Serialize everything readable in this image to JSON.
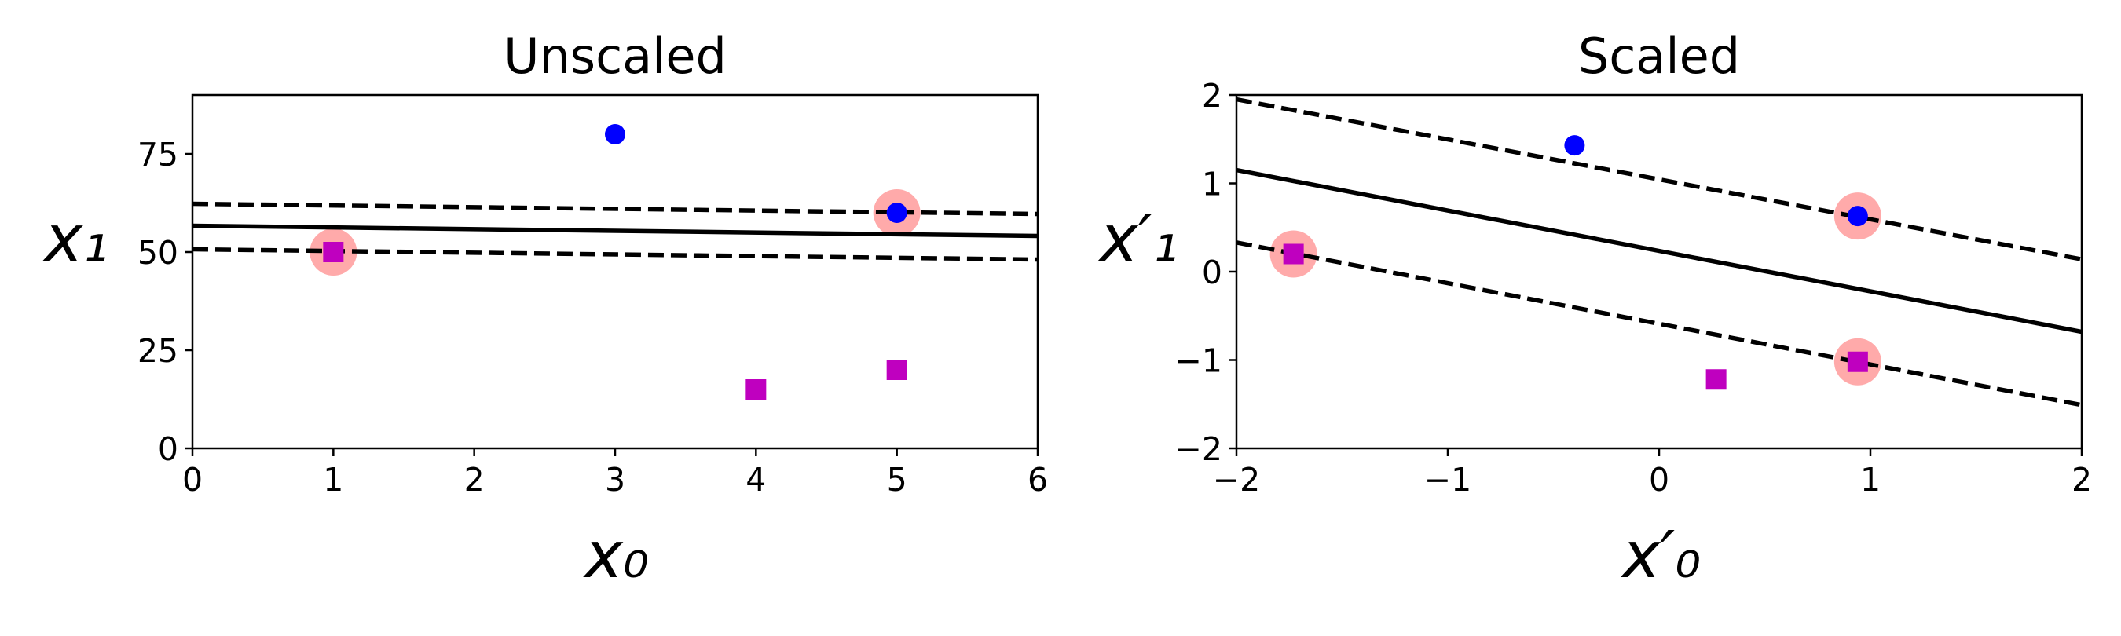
{
  "chart_data": [
    {
      "type": "scatter",
      "title": "Unscaled",
      "xlabel": "x₀",
      "ylabel": "x₁",
      "xlim": [
        0,
        6
      ],
      "ylim": [
        0,
        90
      ],
      "xticks": [
        0,
        1,
        2,
        3,
        4,
        5,
        6
      ],
      "yticks": [
        0,
        25,
        50,
        75
      ],
      "xtick_labels": [
        "0",
        "1",
        "2",
        "3",
        "4",
        "5",
        "6"
      ],
      "ytick_labels": [
        "0",
        "25",
        "50",
        "75"
      ],
      "grid": false,
      "colors": {
        "circles": "#0000ff",
        "squares": "#bf00bf",
        "support_vectors": "#ffaaaa",
        "lines": "#000000"
      },
      "series": [
        {
          "marker": "circle",
          "points": [
            [
              3,
              80
            ],
            [
              5,
              60
            ]
          ]
        },
        {
          "marker": "square",
          "points": [
            [
              1,
              50
            ],
            [
              4,
              15
            ],
            [
              5,
              20
            ]
          ]
        },
        {
          "marker": "support-vector-highlight",
          "points": [
            [
              1,
              50
            ],
            [
              5,
              60
            ]
          ]
        }
      ],
      "lines": [
        {
          "style": "solid",
          "points": [
            [
              0,
              56.7
            ],
            [
              6,
              54.1
            ]
          ]
        },
        {
          "style": "dashed",
          "points": [
            [
              0,
              62.3
            ],
            [
              6,
              59.7
            ]
          ]
        },
        {
          "style": "dashed",
          "points": [
            [
              0,
              50.7
            ],
            [
              6,
              48.1
            ]
          ]
        }
      ]
    },
    {
      "type": "scatter",
      "title": "Scaled",
      "xlabel": "x′₀",
      "ylabel": "x′₁",
      "xlim": [
        -2,
        2
      ],
      "ylim": [
        -2,
        2
      ],
      "xticks": [
        -2,
        -1,
        0,
        1,
        2
      ],
      "yticks": [
        -2,
        -1,
        0,
        1,
        2
      ],
      "xtick_labels": [
        "−2",
        "−1",
        "0",
        "1",
        "2"
      ],
      "ytick_labels": [
        "−2",
        "−1",
        "0",
        "1",
        "2"
      ],
      "grid": false,
      "colors": {
        "circles": "#0000ff",
        "squares": "#bf00bf",
        "support_vectors": "#ffaaaa",
        "lines": "#000000"
      },
      "series": [
        {
          "marker": "circle",
          "points": [
            [
              -0.4,
              1.43
            ],
            [
              0.94,
              0.63
            ]
          ]
        },
        {
          "marker": "square",
          "points": [
            [
              -1.73,
              0.2
            ],
            [
              0.27,
              -1.22
            ],
            [
              0.94,
              -1.02
            ]
          ]
        },
        {
          "marker": "support-vector-highlight",
          "points": [
            [
              -1.73,
              0.2
            ],
            [
              0.94,
              0.63
            ],
            [
              0.94,
              -1.02
            ]
          ]
        }
      ],
      "lines": [
        {
          "style": "solid",
          "points": [
            [
              -2,
              1.15
            ],
            [
              2,
              -0.68
            ]
          ]
        },
        {
          "style": "dashed",
          "points": [
            [
              -2,
              1.95
            ],
            [
              2,
              0.14
            ]
          ]
        },
        {
          "style": "dashed",
          "points": [
            [
              -2,
              0.33
            ],
            [
              2,
              -1.51
            ]
          ]
        }
      ]
    }
  ]
}
